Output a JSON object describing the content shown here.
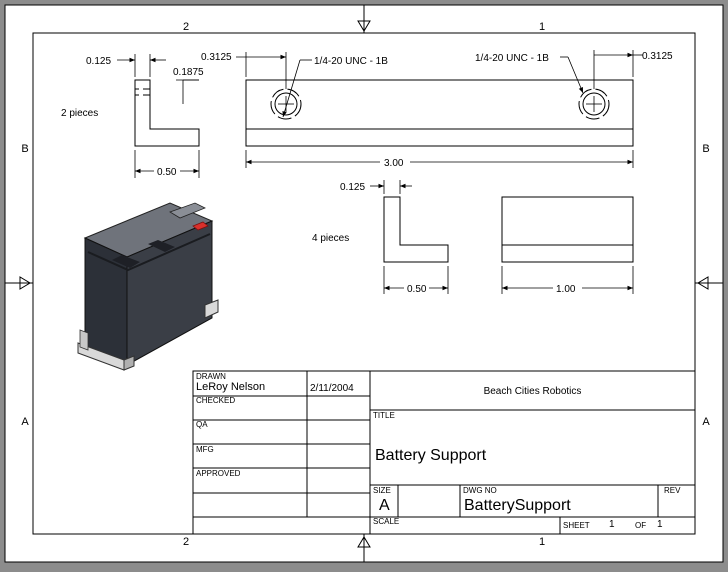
{
  "border": {
    "zones_top": [
      "2",
      "1"
    ],
    "zones_bottom": [
      "2",
      "1"
    ],
    "zones_left": [
      "B",
      "A"
    ],
    "zones_right": [
      "B",
      "A"
    ]
  },
  "views": {
    "side_top": {
      "note": "2 pieces",
      "dim_thickness": "0.125",
      "dim_leg": "0.1875",
      "dim_width": "0.50"
    },
    "front_top": {
      "hole_left": "1/4-20 UNC - 1B",
      "hole_right": "1/4-20 UNC - 1B",
      "dim_left_offset": "0.3125",
      "dim_right_offset": "0.3125",
      "dim_length": "3.00"
    },
    "side_bottom": {
      "note": "4 pieces",
      "dim_thickness": "0.125",
      "dim_width": "0.50"
    },
    "front_bottom": {
      "dim_length": "1.00"
    }
  },
  "title_block": {
    "drawn_label": "DRAWN",
    "drawn_name": "LeRoy Nelson",
    "drawn_date": "2/11/2004",
    "checked_label": "CHECKED",
    "qa_label": "QA",
    "mfg_label": "MFG",
    "approved_label": "APPROVED",
    "company": "Beach Cities Robotics",
    "title_label": "TITLE",
    "title": "Battery Support",
    "size_label": "SIZE",
    "size": "A",
    "dwg_no_label": "DWG NO",
    "dwg_no": "BatterySupport",
    "rev_label": "REV",
    "scale_label": "SCALE",
    "sheet_label": "SHEET",
    "sheet_no": "1",
    "of_label": "OF",
    "sheet_total": "1"
  },
  "colors": {
    "background": "#8c8c8c",
    "paper": "#ffffff",
    "battery_body": "#3a3e46",
    "battery_terminal": "#d9302b"
  }
}
